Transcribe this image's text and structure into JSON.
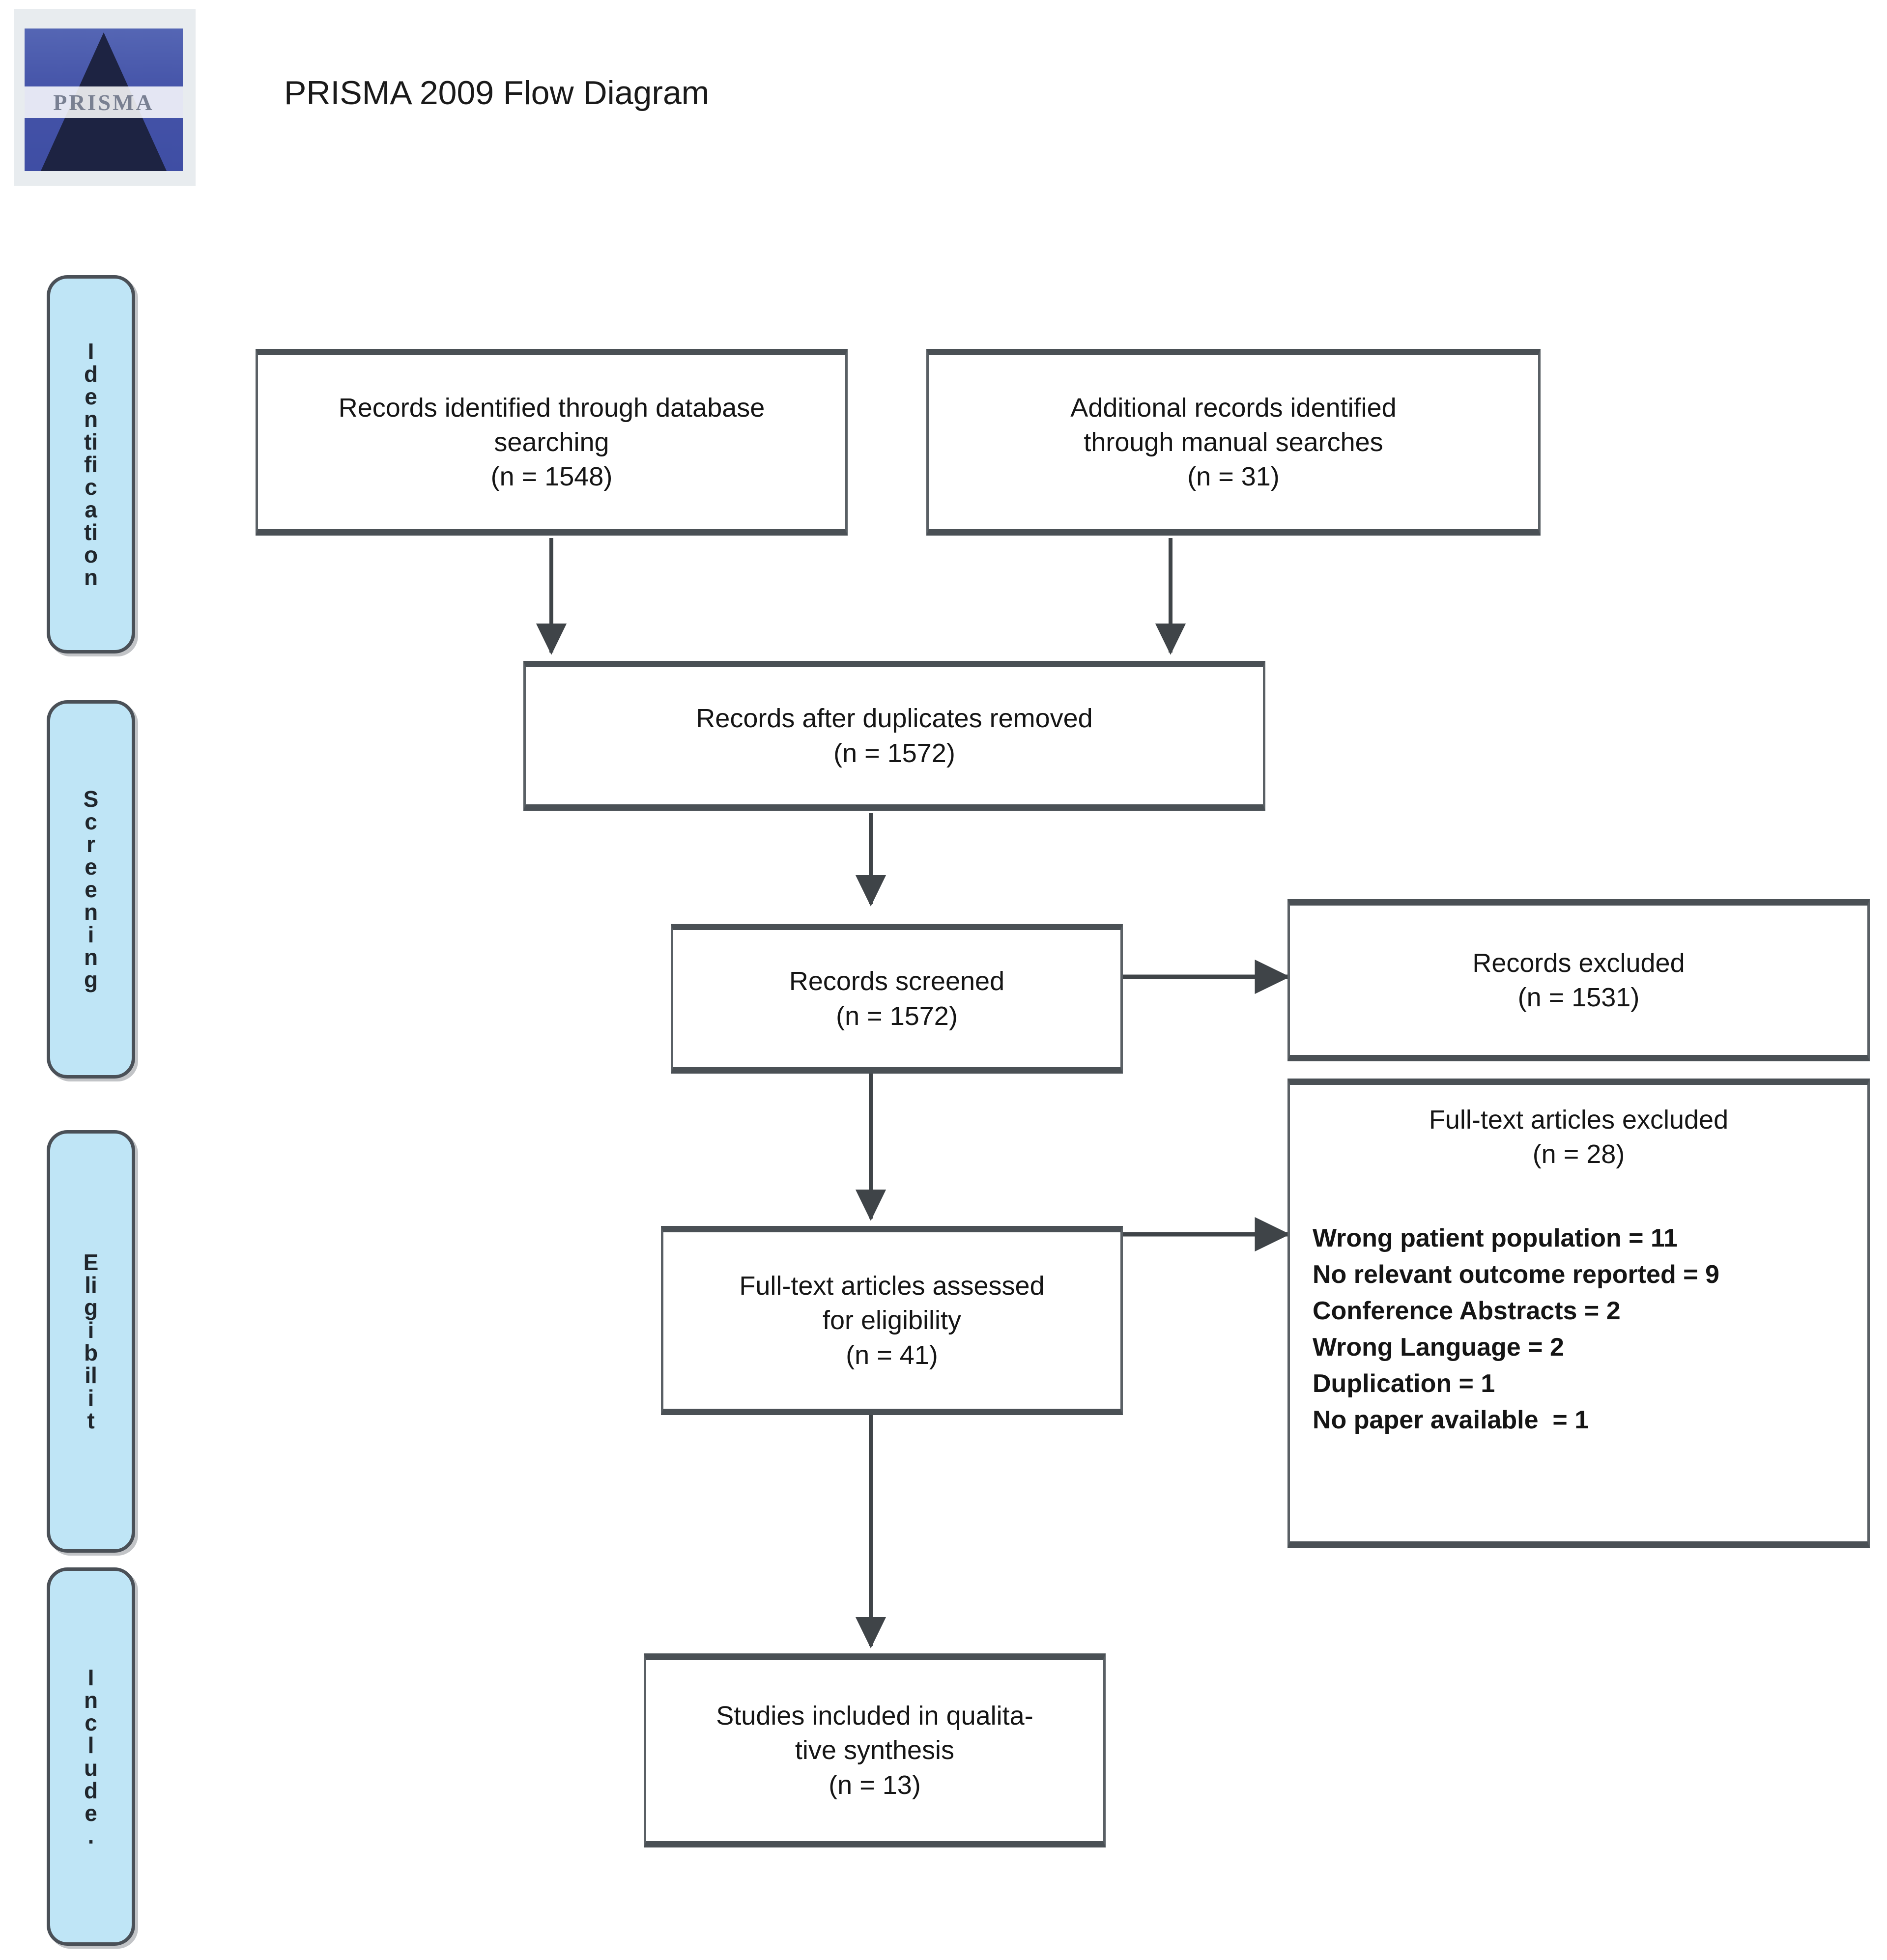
{
  "header": {
    "title": "PRISMA 2009 Flow Diagram",
    "logo_wordmark": "PRISMA",
    "logo_alt": "prisma-pyramid-logo"
  },
  "phases": [
    {
      "name": "identification",
      "label": "Identification",
      "chars": [
        "I",
        "d",
        "e",
        "n",
        "ti",
        "fi",
        "c",
        "a",
        "ti",
        "o",
        "n"
      ]
    },
    {
      "name": "screening",
      "label": "Screening",
      "chars": [
        "S",
        "c",
        "r",
        "e",
        "e",
        "n",
        "i",
        "n",
        "g"
      ]
    },
    {
      "name": "eligibility",
      "label": "Eligibility",
      "chars": [
        "E",
        "li",
        "g",
        "i",
        "b",
        "il",
        "i",
        "t"
      ]
    },
    {
      "name": "included",
      "label": "Include.",
      "chars": [
        "I",
        "n",
        "c",
        "l",
        "u",
        "d",
        "e",
        "."
      ]
    }
  ],
  "chart_data": {
    "type": "diagram",
    "title": "PRISMA 2009 Flow Diagram",
    "nodes": [
      {
        "id": "db_search",
        "label": "Records identified through database searching",
        "n": 1548,
        "phase": "Identification"
      },
      {
        "id": "manual_search",
        "label": "Additional records identified through manual searches",
        "n": 31,
        "phase": "Identification"
      },
      {
        "id": "dedup",
        "label": "Records after duplicates removed",
        "n": 1572,
        "phase": "Screening"
      },
      {
        "id": "screened",
        "label": "Records screened",
        "n": 1572,
        "phase": "Screening"
      },
      {
        "id": "rec_excluded",
        "label": "Records excluded",
        "n": 1531,
        "phase": "Screening"
      },
      {
        "id": "fulltext",
        "label": "Full-text articles assessed for eligibility",
        "n": 41,
        "phase": "Eligibility"
      },
      {
        "id": "ft_excluded",
        "label": "Full-text articles excluded",
        "n": 28,
        "phase": "Eligibility"
      },
      {
        "id": "included",
        "label": "Studies included in qualitative synthesis",
        "n": 13,
        "phase": "Included"
      }
    ],
    "exclusion_reasons": [
      {
        "reason": "Wrong patient population",
        "count": 11
      },
      {
        "reason": "No relevant outcome reported",
        "count": 9
      },
      {
        "reason": "Conference Abstracts",
        "count": 2
      },
      {
        "reason": "Wrong Language",
        "count": 2
      },
      {
        "reason": "Duplication",
        "count": 1
      },
      {
        "reason": "No paper available ",
        "count": 1
      }
    ],
    "edges": [
      {
        "from": "db_search",
        "to": "dedup"
      },
      {
        "from": "manual_search",
        "to": "dedup"
      },
      {
        "from": "dedup",
        "to": "screened"
      },
      {
        "from": "screened",
        "to": "rec_excluded"
      },
      {
        "from": "screened",
        "to": "fulltext"
      },
      {
        "from": "fulltext",
        "to": "ft_excluded"
      },
      {
        "from": "fulltext",
        "to": "included"
      }
    ]
  },
  "boxes": {
    "db_search": {
      "l1": "Records identified through database",
      "l2": "searching",
      "l3": "(n = 1548)"
    },
    "manual_search": {
      "l1": "Additional records identified",
      "l2": "through manual searches",
      "l3": "(n = 31)"
    },
    "dedup": {
      "l1": "Records after duplicates removed",
      "l2": "(n = 1572)"
    },
    "screened": {
      "l1": "Records screened",
      "l2": "(n = 1572)"
    },
    "rec_excluded": {
      "l1": "Records excluded",
      "l2": "(n = 1531)"
    },
    "fulltext": {
      "l1": "Full-text articles assessed",
      "l2": "for eligibility",
      "l3": "(n = 41)"
    },
    "ft_excluded": {
      "l1": "Full-text articles excluded",
      "l2": "(n = 28)"
    },
    "included": {
      "l1": "Studies included in qualita-",
      "l2": "tive synthesis",
      "l3": "(n = 13)"
    }
  },
  "exclusion_lines": [
    "Wrong patient population = 11",
    "No relevant outcome reported = 9",
    "Conference Abstracts = 2",
    "Wrong Language = 2",
    "Duplication = 1",
    "No paper available  = 1"
  ],
  "colors": {
    "phase_fill": "#bfe5f6",
    "phase_border": "#4a5057",
    "box_border": "#5a6065",
    "arrow": "#3f4448",
    "logo_blue": "#4453a8",
    "logo_dark": "#1d2342",
    "text": "#151515"
  }
}
